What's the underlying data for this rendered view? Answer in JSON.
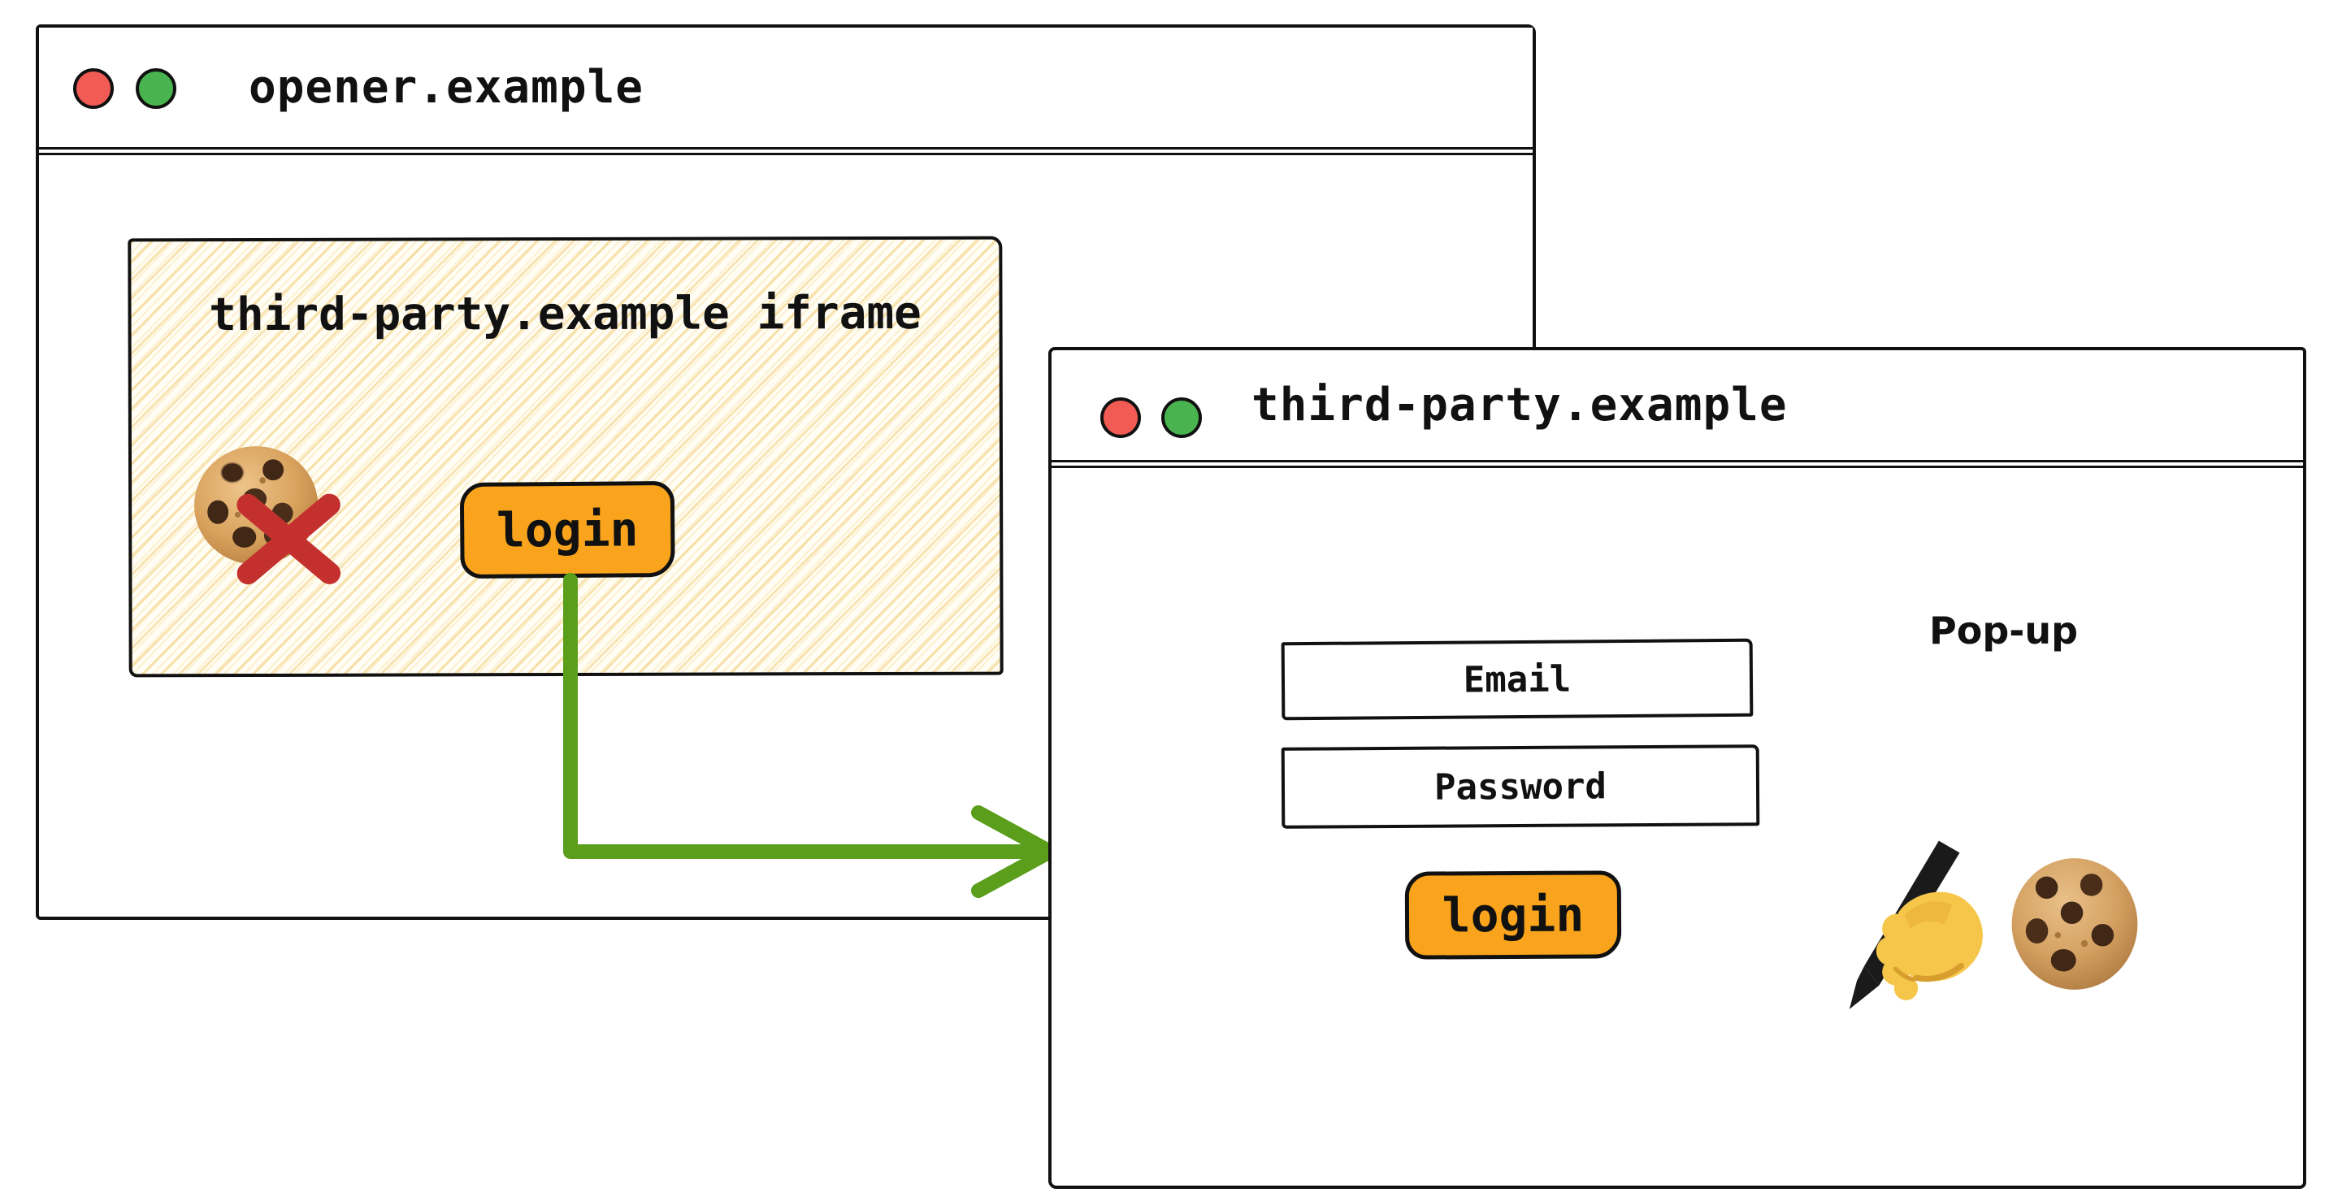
{
  "canvas": {
    "bg": "#ffffff"
  },
  "colors": {
    "ink": "#111111",
    "accent_orange": "#f9a41c",
    "arrow_green": "#5a9e1c",
    "cross_red": "#c4302e",
    "traffic_red": "#f25b53",
    "traffic_green": "#49b44f",
    "hatch_yellow": "#f3ce7a"
  },
  "opener_window": {
    "title": "opener.example",
    "iframe": {
      "label": "third-party.example iframe",
      "login_button_label": "login"
    }
  },
  "popup_window": {
    "title": "third-party.example",
    "popup_label": "Pop-up",
    "email_field_label": "Email",
    "password_field_label": "Password",
    "login_button_label": "login"
  },
  "icons": {
    "opener_traffic_lights": [
      "red-circle",
      "green-circle"
    ],
    "popup_traffic_lights": [
      "red-circle",
      "green-circle"
    ],
    "blocked_cookie": "cookie-icon-with-red-cross",
    "flow_arrow": "green-elbow-arrow",
    "writing_hand": "writing-hand-icon",
    "popup_cookie": "cookie-icon"
  }
}
